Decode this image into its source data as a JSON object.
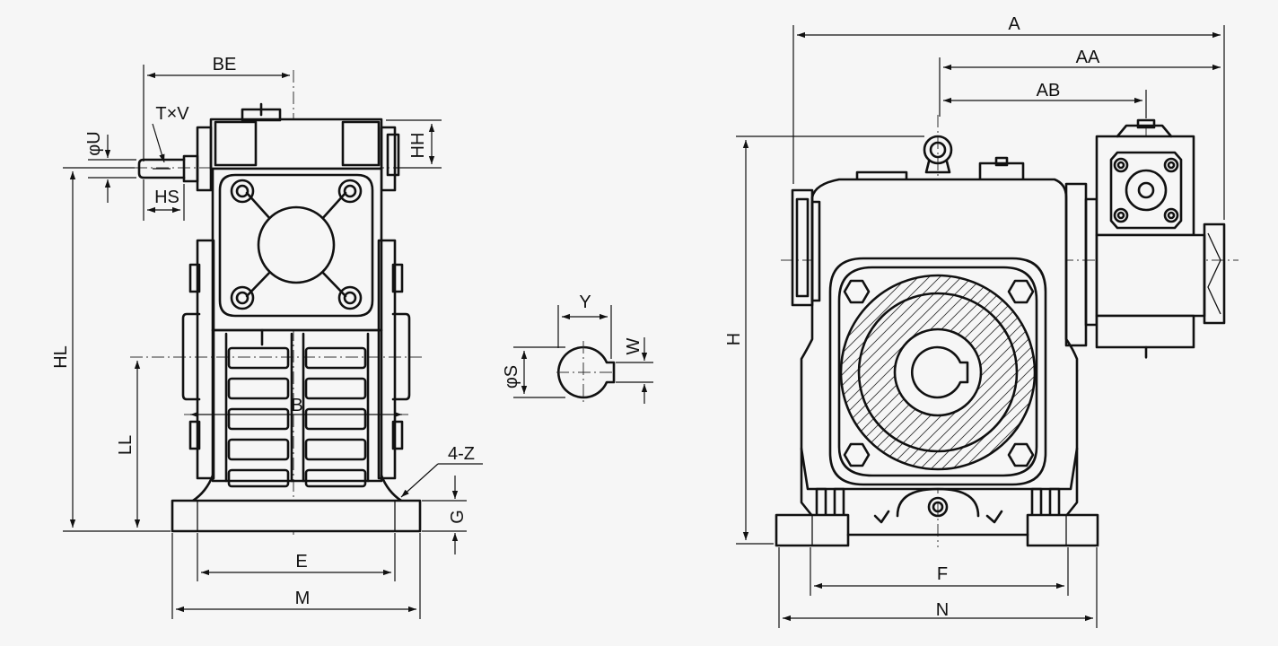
{
  "labels": {
    "BE": "BE",
    "TV": "T×V",
    "U": "φU",
    "HH": "HH",
    "HS": "HS",
    "HL": "HL",
    "LL": "LL",
    "B": "B",
    "Z": "4-Z",
    "G": "G",
    "E": "E",
    "M": "M",
    "Y": "Y",
    "W": "W",
    "S": "φS",
    "A": "A",
    "AA": "AA",
    "AB": "AB",
    "H": "H",
    "F": "F",
    "N": "N"
  }
}
